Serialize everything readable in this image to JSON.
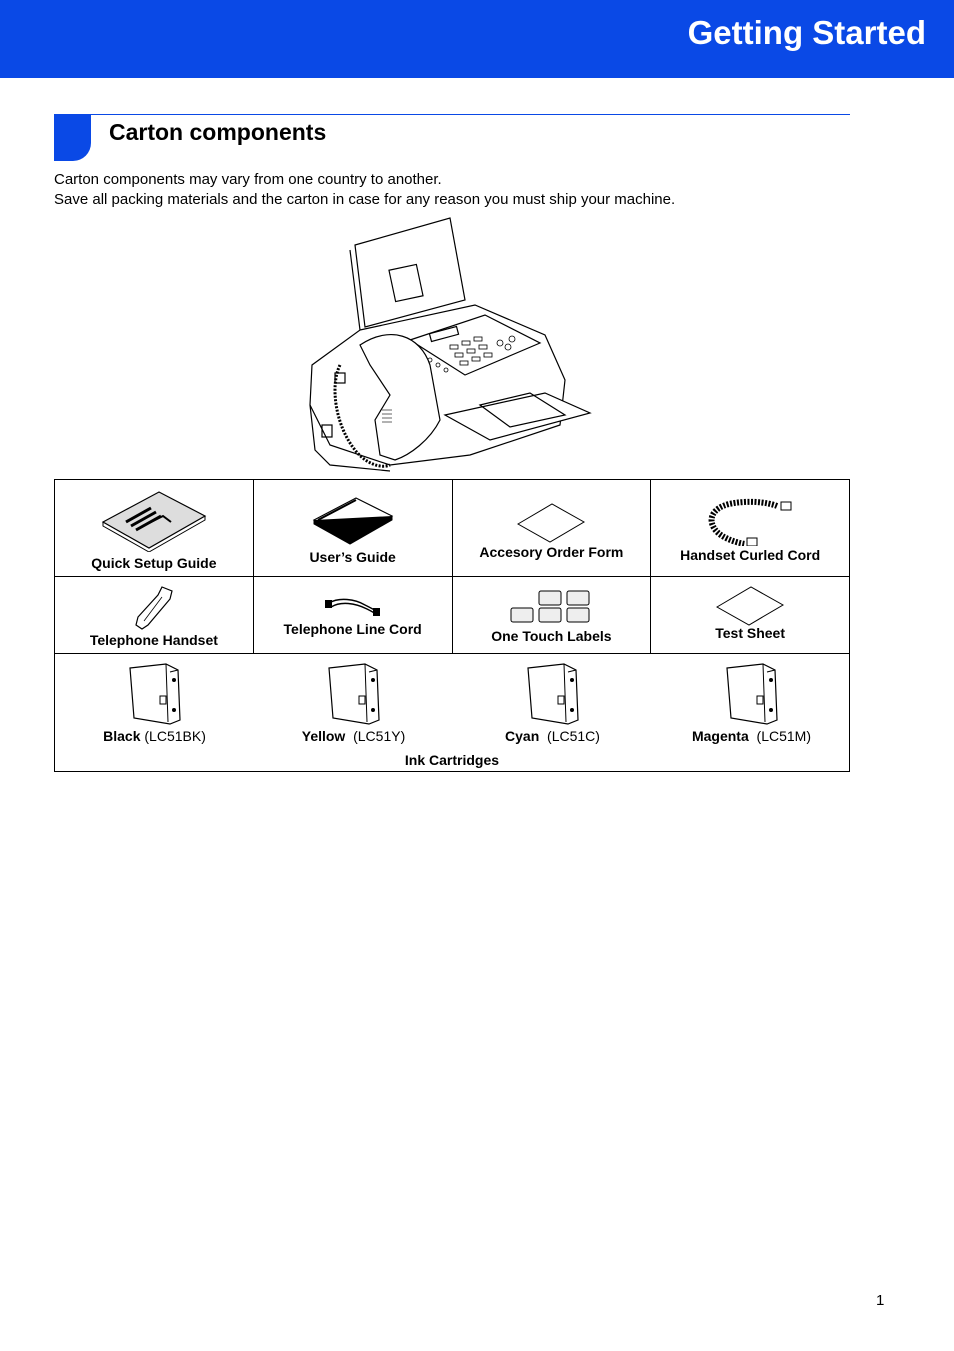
{
  "header": {
    "title": "Getting Started"
  },
  "section": {
    "title": "Carton components",
    "intro": [
      "Carton components may vary from one country to another.",
      "Save all packing materials and the carton in case for any reason you must ship your machine."
    ]
  },
  "components": {
    "row1": [
      {
        "label": "Quick Setup Guide",
        "icon": "booklet-icon"
      },
      {
        "label": "User’s Guide",
        "icon": "manual-icon"
      },
      {
        "label": "Accesory Order Form",
        "icon": "sheet-icon"
      },
      {
        "label": "Handset Curled Cord",
        "icon": "coiled-cord-icon"
      }
    ],
    "row2": [
      {
        "label": "Telephone Handset",
        "icon": "handset-icon"
      },
      {
        "label": "Telephone Line Cord",
        "icon": "line-cord-icon"
      },
      {
        "label": "One Touch Labels",
        "icon": "labels-icon"
      },
      {
        "label": "Test Sheet",
        "icon": "sheet-icon"
      }
    ],
    "ink": {
      "caption": "Ink Cartridges",
      "items": [
        {
          "name": "Black",
          "code": "(LC51BK)"
        },
        {
          "name": "Yellow",
          "code": "(LC51Y)"
        },
        {
          "name": "Cyan",
          "code": "(LC51C)"
        },
        {
          "name": "Magenta",
          "code": "(LC51M)"
        }
      ]
    }
  },
  "footer": {
    "page_number": "1"
  }
}
